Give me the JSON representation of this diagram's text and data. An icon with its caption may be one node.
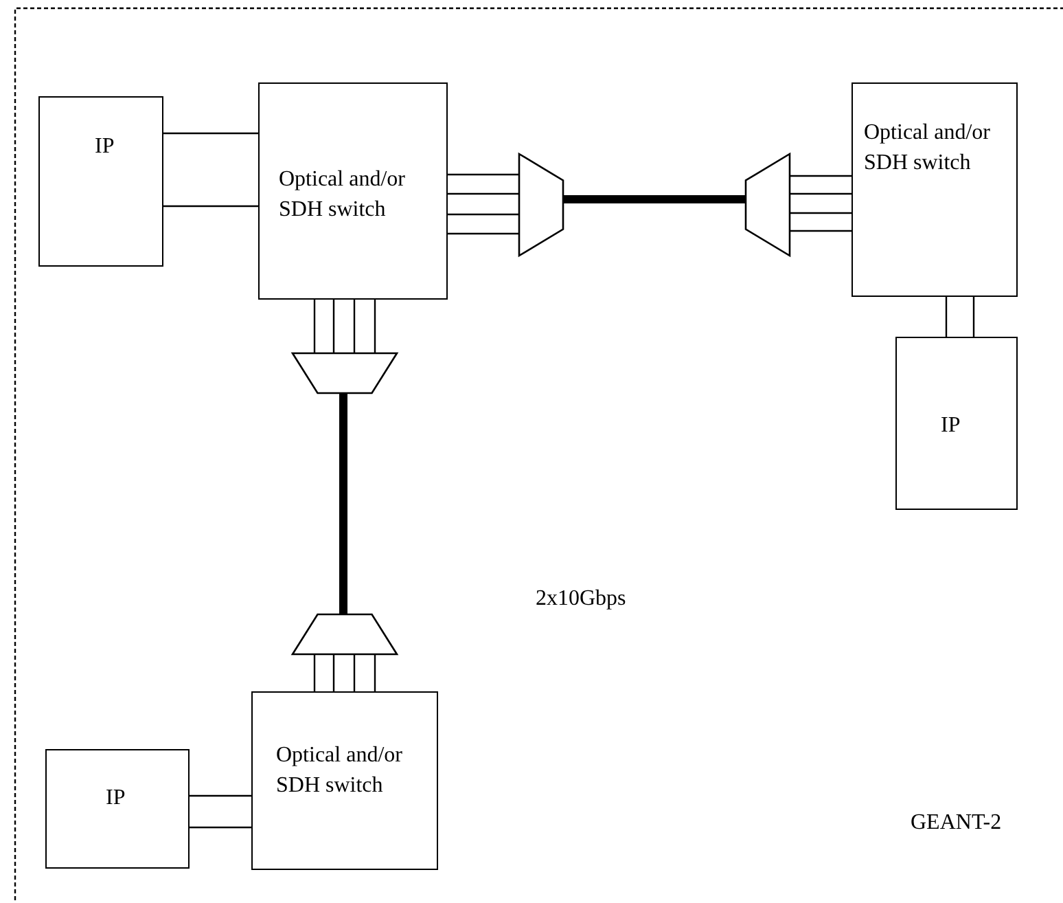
{
  "diagram": {
    "nodes": [
      {
        "text": [
          "IP"
        ]
      },
      {
        "text": [
          "Optical and/or SDH switch"
        ]
      },
      {
        "text": [],
        "shape": "trapezoid"
      },
      {
        "text": [],
        "shape": "trapezoid"
      },
      {
        "text": [
          "Optical and/or SDH switch"
        ]
      },
      {
        "text": [
          "IP"
        ]
      },
      {
        "text": [],
        "shape": "trapezoid"
      },
      {
        "text": [],
        "shape": "trapezoid"
      },
      {
        "text": [
          "IP"
        ]
      },
      {
        "text": [
          "Optical and/or SDH switch"
        ]
      }
    ],
    "edges": [
      {
        "from": 0,
        "to": 1,
        "arrow": "none"
      },
      {
        "from": 0,
        "to": 1,
        "arrow": "none"
      },
      {
        "from": 1,
        "to": 2,
        "arrow": "none"
      },
      {
        "from": 1,
        "to": 2,
        "arrow": "none"
      },
      {
        "from": 1,
        "to": 2,
        "arrow": "none"
      },
      {
        "from": 1,
        "to": 2,
        "arrow": "none"
      },
      {
        "from": 2,
        "to": 3,
        "arrow": "none",
        "style": "thick"
      },
      {
        "from": 3,
        "to": 4,
        "arrow": "none"
      },
      {
        "from": 3,
        "to": 4,
        "arrow": "none"
      },
      {
        "from": 3,
        "to": 4,
        "arrow": "none"
      },
      {
        "from": 3,
        "to": 4,
        "arrow": "none"
      },
      {
        "from": 4,
        "to": 5,
        "arrow": "none"
      },
      {
        "from": 4,
        "to": 5,
        "arrow": "none"
      },
      {
        "from": 1,
        "to": 6,
        "arrow": "none"
      },
      {
        "from": 1,
        "to": 6,
        "arrow": "none"
      },
      {
        "from": 1,
        "to": 6,
        "arrow": "none"
      },
      {
        "from": 1,
        "to": 6,
        "arrow": "none"
      },
      {
        "from": 6,
        "to": 7,
        "arrow": "none",
        "style": "thick"
      },
      {
        "from": 7,
        "to": 9,
        "arrow": "none"
      },
      {
        "from": 7,
        "to": 9,
        "arrow": "none"
      },
      {
        "from": 7,
        "to": 9,
        "arrow": "none"
      },
      {
        "from": 7,
        "to": 9,
        "arrow": "none"
      },
      {
        "from": 8,
        "to": 9,
        "arrow": "none"
      },
      {
        "from": 8,
        "to": 9,
        "arrow": "none"
      }
    ],
    "labels": [
      "2x10Gbps",
      "GEANT-2"
    ]
  }
}
